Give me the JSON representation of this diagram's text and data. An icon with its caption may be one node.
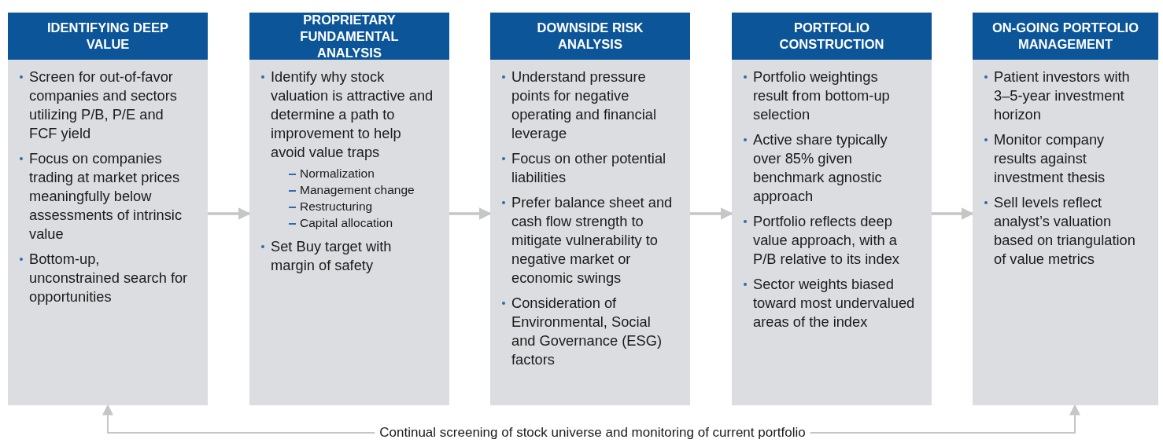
{
  "diagram": {
    "nodes": [
      {
        "text": [
          "IDENTIFYING DEEP VALUE",
          "Screen for out-of-favor companies and sectors utilizing P/B, P/E and FCF yield",
          "Focus on companies trading at market prices meaningfully below assessments of intrinsic value",
          "Bottom-up, unconstrained search for opportunities"
        ]
      },
      {
        "text": [
          "PROPRIETARY FUNDAMENTAL ANALYSIS",
          "Identify why stock valuation is attractive and determine a path to improvement to help avoid value traps",
          "Normalization",
          "Management change",
          "Restructuring",
          "Capital allocation",
          "Set Buy target with margin of safety"
        ]
      },
      {
        "text": [
          "DOWNSIDE RISK ANALYSIS",
          "Understand pressure points for negative operating and financial leverage",
          "Focus on other potential liabilities",
          "Prefer balance sheet and cash flow strength to mitigate vulnerability to negative market or economic swings",
          "Consideration of Environmental, Social and Governance (ESG) factors"
        ]
      },
      {
        "text": [
          "PORTFOLIO CONSTRUCTION",
          "Portfolio weightings result from bottom-up selection",
          "Active share typically over 85% given benchmark agnostic approach",
          "Portfolio reflects deep value approach, with a P/B relative to its index",
          "Sector weights biased toward most undervalued areas of the index"
        ]
      },
      {
        "text": [
          "ON-GOING PORTFOLIO MANAGEMENT",
          "Patient investors with 3–5-year investment horizon",
          "Monitor company results against investment thesis",
          "Sell levels reflect analyst’s valuation based on triangulation of value metrics"
        ]
      },
      {
        "text": [
          "Continual screening of stock universe and monitoring of current portfolio"
        ]
      }
    ],
    "edges": [
      {
        "from": 0,
        "to": 1,
        "arrow": "to"
      },
      {
        "from": 1,
        "to": 2,
        "arrow": "to"
      },
      {
        "from": 2,
        "to": 3,
        "arrow": "to"
      },
      {
        "from": 3,
        "to": 4,
        "arrow": "to"
      },
      {
        "from": 5,
        "to": 0,
        "arrow": "to"
      },
      {
        "from": 5,
        "to": 4,
        "arrow": "to"
      }
    ]
  }
}
